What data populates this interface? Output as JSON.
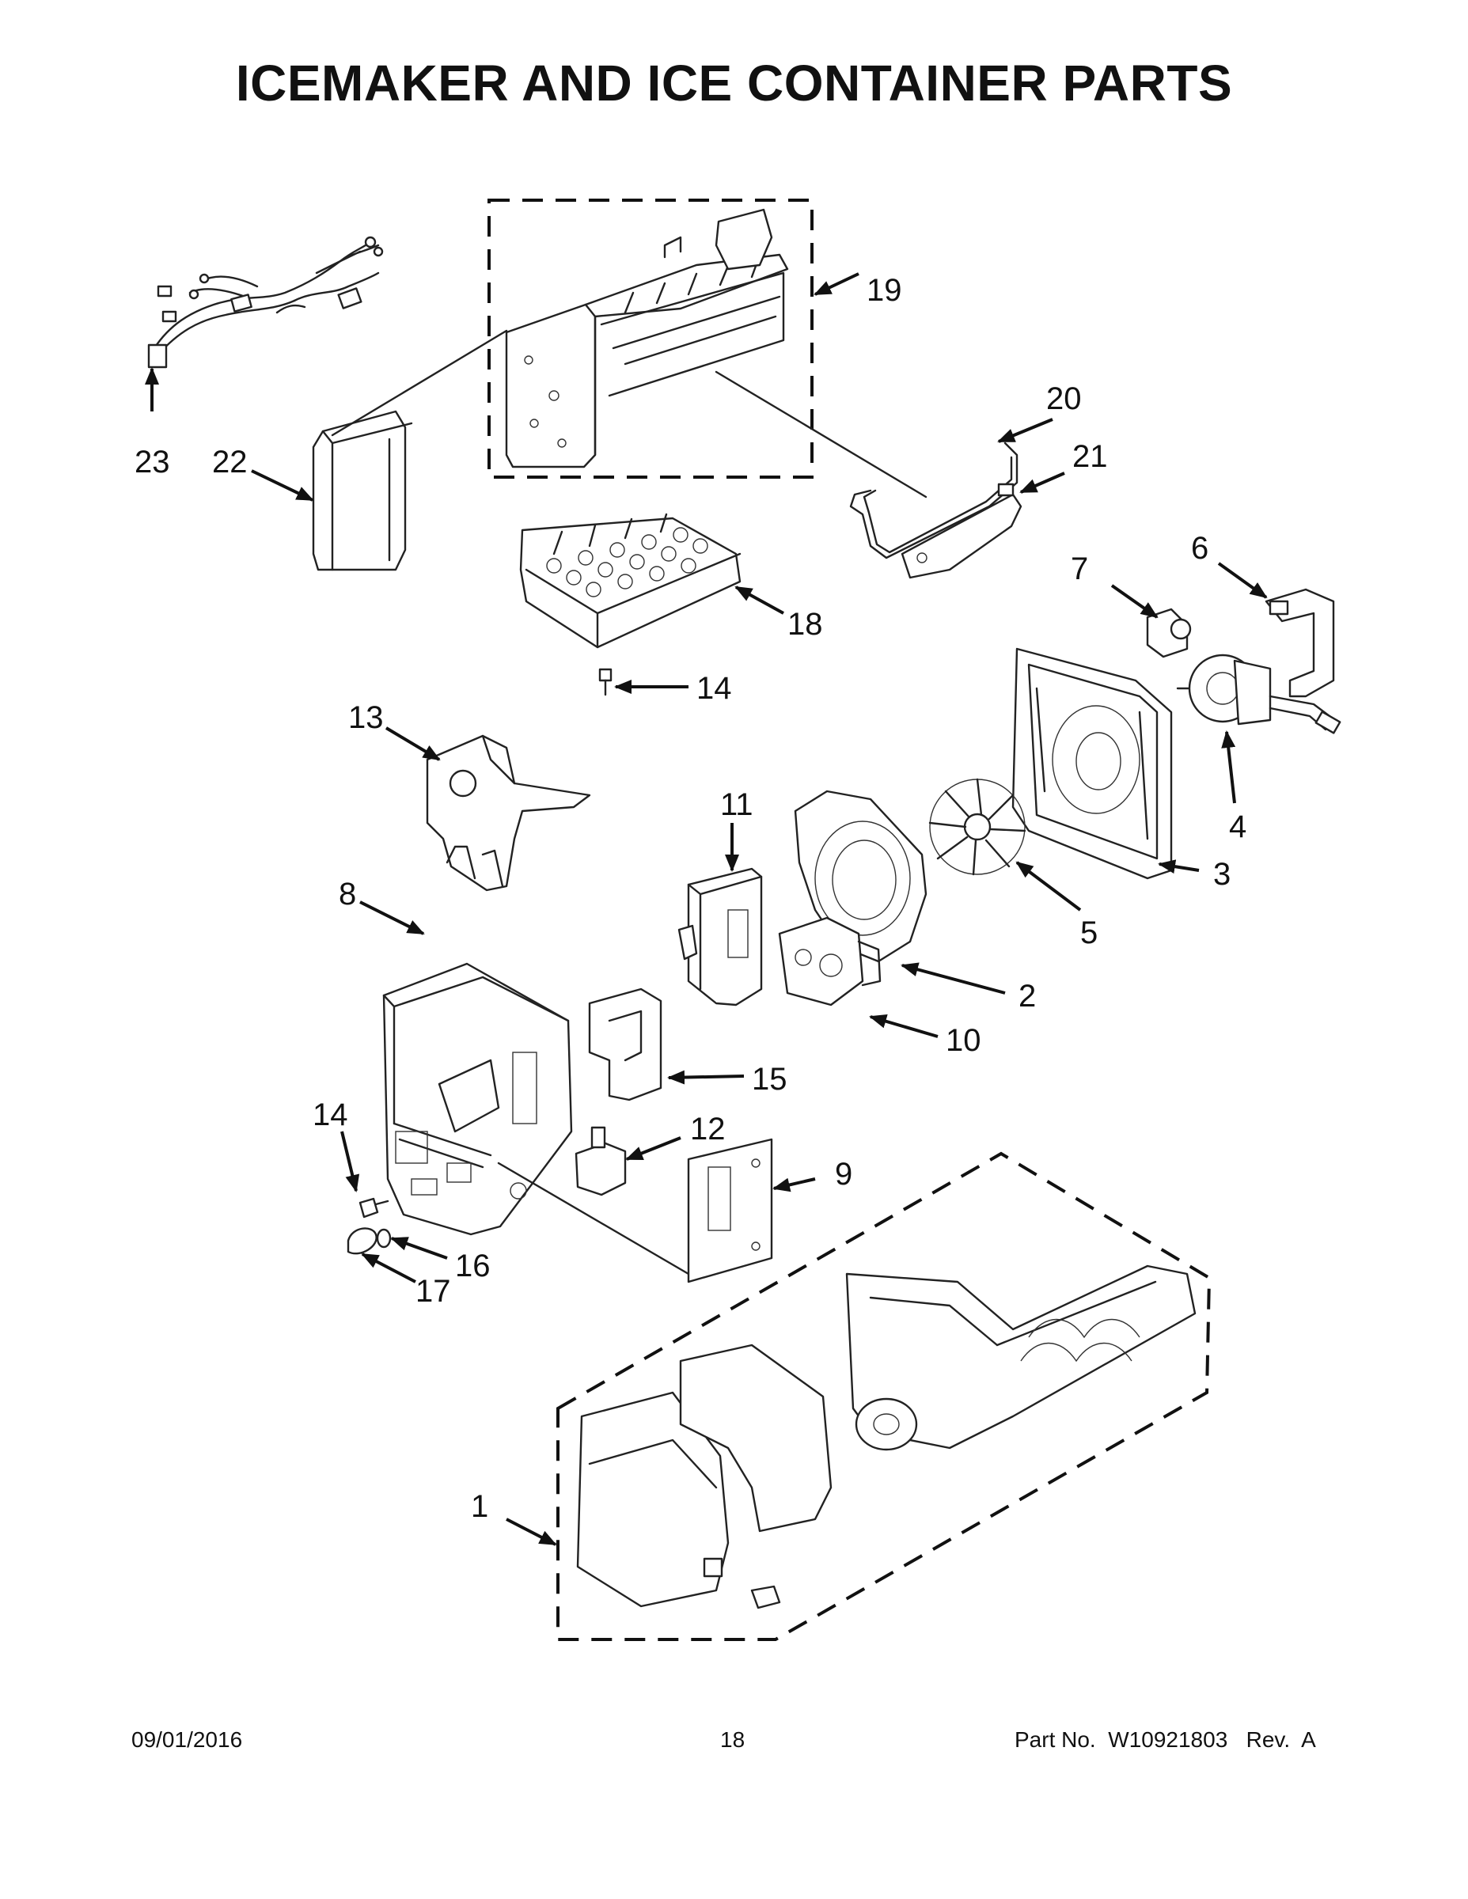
{
  "title": "ICEMAKER AND ICE CONTAINER PARTS",
  "callouts": {
    "c1": "1",
    "c2": "2",
    "c3": "3",
    "c4": "4",
    "c5": "5",
    "c6": "6",
    "c7": "7",
    "c8": "8",
    "c9": "9",
    "c10": "10",
    "c11": "11",
    "c12": "12",
    "c13": "13",
    "c14a": "14",
    "c14b": "14",
    "c15": "15",
    "c16": "16",
    "c17": "17",
    "c18": "18",
    "c19": "19",
    "c20": "20",
    "c21": "21",
    "c22": "22",
    "c23": "23"
  },
  "footer": {
    "date": "09/01/2016",
    "page_number": "18",
    "part_number": "Part No.  W10921803   Rev.  A"
  }
}
